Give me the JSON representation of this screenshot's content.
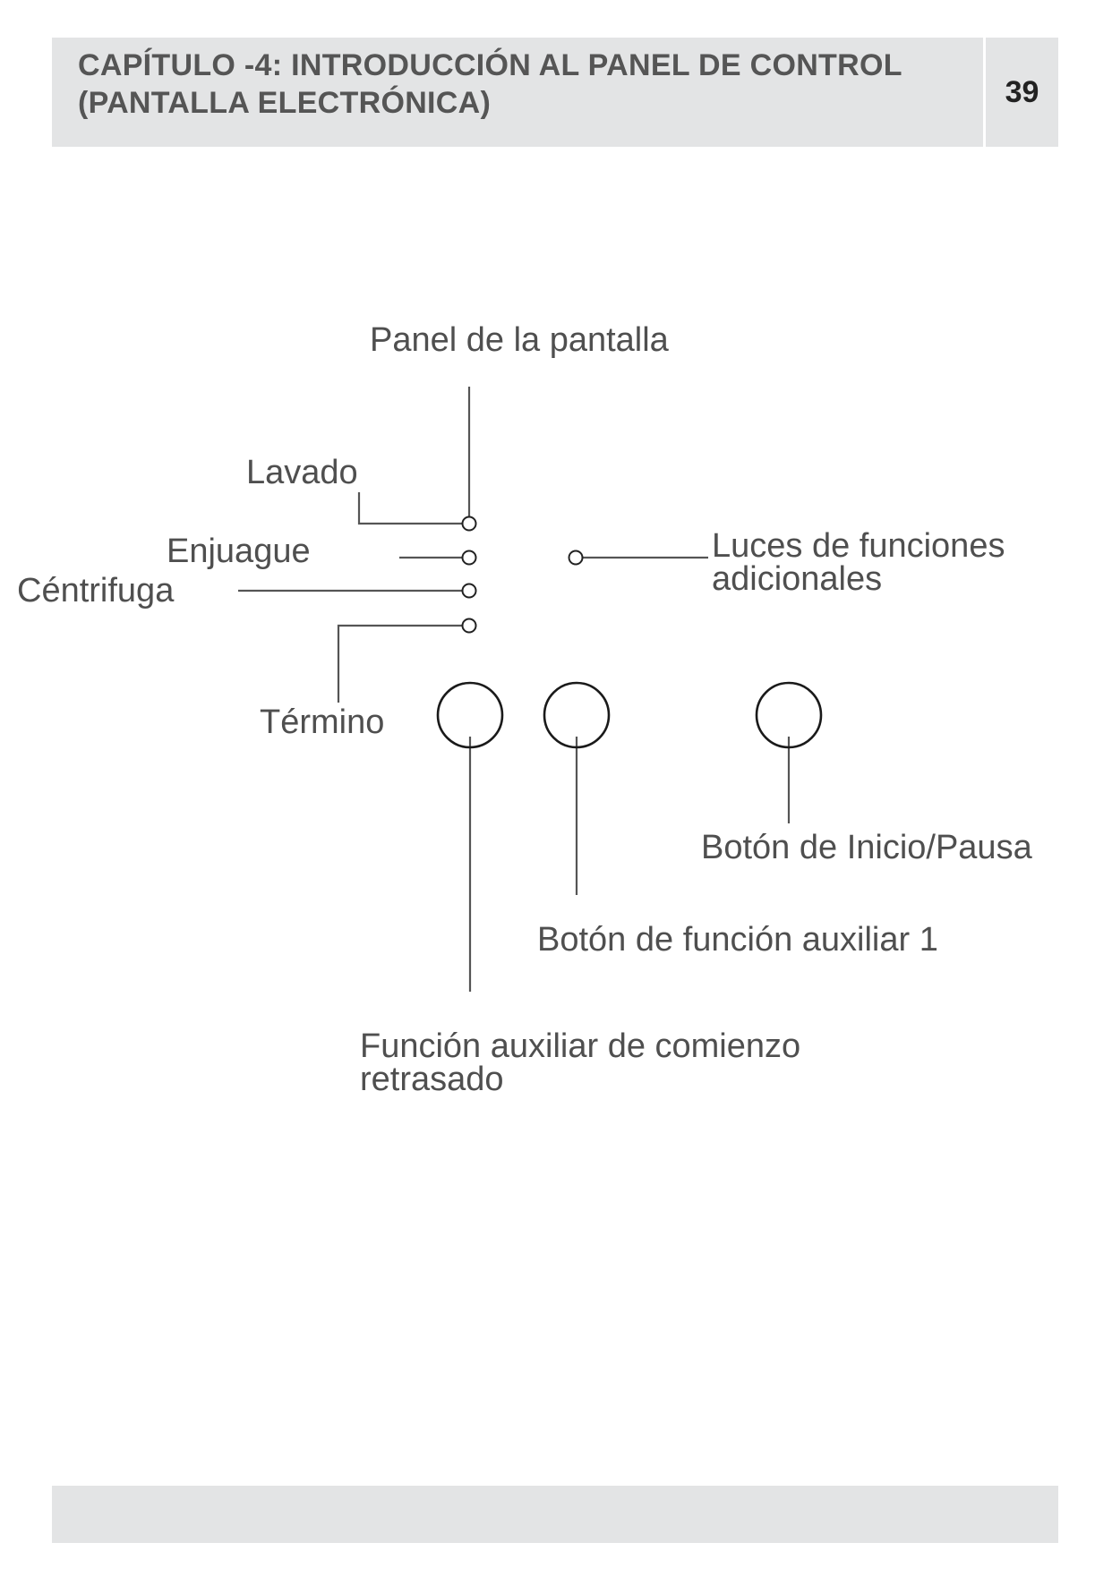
{
  "header": {
    "title_line1": "CAPÍTULO -4:  INTRODUCCIÓN AL PANEL DE CONTROL",
    "title_line2": "(PANTALLA ELECTRÓNICA)",
    "page_number": "39"
  },
  "diagram": {
    "panel_label": "Panel de la pantalla",
    "wash_label": "Lavado",
    "rinse_label": "Enjuague",
    "spin_label": "Céntrifuga",
    "end_label": "Término",
    "extra_lights_line1": "Luces de funciones",
    "extra_lights_line2": "adicionales",
    "start_pause_label": "Botón de Inicio/Pausa",
    "aux1_label": "Botón de función auxiliar 1",
    "delay_line1": "Función auxiliar de comienzo",
    "delay_line2": "retrasado"
  },
  "colors": {
    "header_bg": "#e3e4e5",
    "text": "#4f4f4f",
    "lines": "#555555"
  }
}
